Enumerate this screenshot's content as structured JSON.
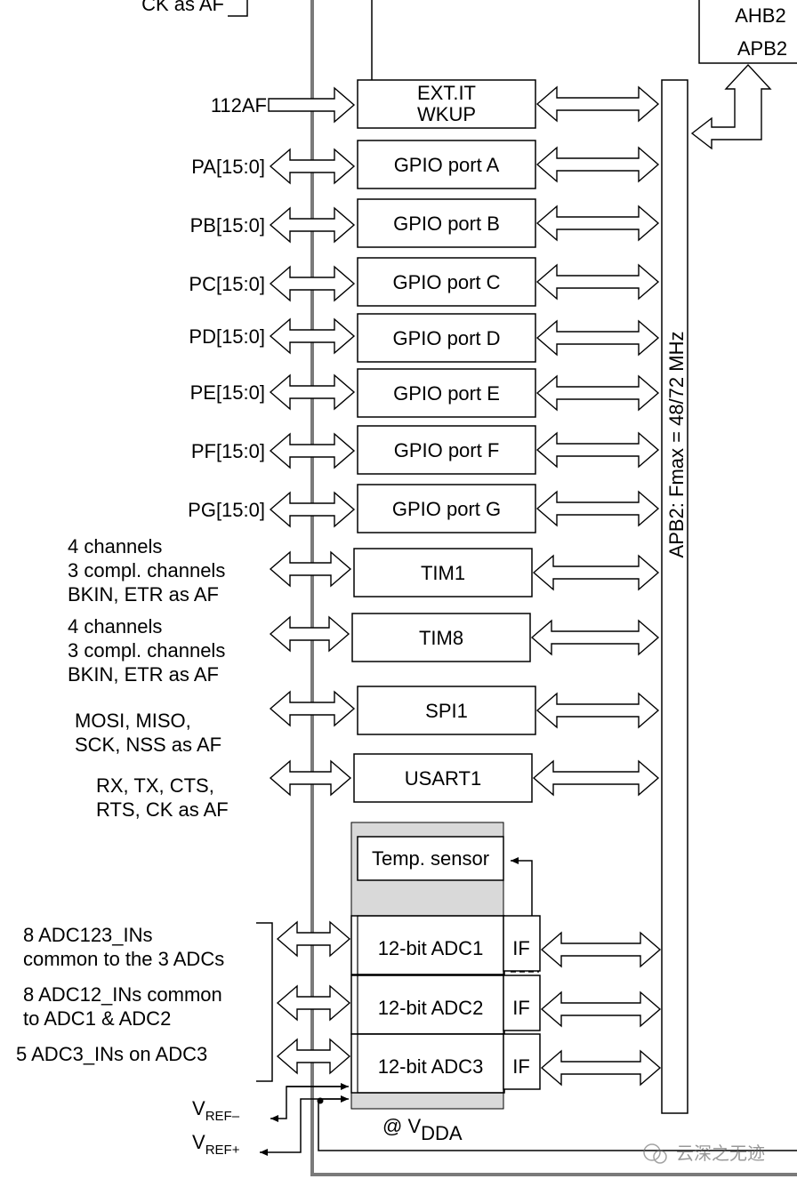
{
  "top_left_fragment": "CK as AF",
  "ahb_box": {
    "line1": "AHB2",
    "line2": "APB2"
  },
  "bus_label": "APB2: Fmax = 48/72 MHz",
  "blocks": [
    {
      "id": "exti",
      "line1": "EXT.IT",
      "line2": "WKUP",
      "pins": [
        "112AF"
      ]
    },
    {
      "id": "gpioa",
      "line1": "GPIO port A",
      "pins": [
        "PA[15:0]"
      ]
    },
    {
      "id": "gpiob",
      "line1": "GPIO port B",
      "pins": [
        "PB[15:0]"
      ]
    },
    {
      "id": "gpioc",
      "line1": "GPIO port C",
      "pins": [
        "PC[15:0]"
      ]
    },
    {
      "id": "gpiod",
      "line1": "GPIO port D",
      "pins": [
        "PD[15:0]"
      ]
    },
    {
      "id": "gpioe",
      "line1": "GPIO port E",
      "pins": [
        "PE[15:0]"
      ]
    },
    {
      "id": "gpiof",
      "line1": "GPIO port F",
      "pins": [
        "PF[15:0]"
      ]
    },
    {
      "id": "gpiog",
      "line1": "GPIO port G",
      "pins": [
        "PG[15:0]"
      ]
    },
    {
      "id": "tim1",
      "line1": "TIM1",
      "pins": [
        "4 channels",
        "3 compl. channels",
        "BKIN, ETR as AF"
      ]
    },
    {
      "id": "tim8",
      "line1": "TIM8",
      "pins": [
        "4 channels",
        "3 compl. channels",
        "BKIN, ETR as AF"
      ]
    },
    {
      "id": "spi1",
      "line1": "SPI1",
      "pins": [
        "MOSI, MISO,",
        "SCK, NSS as AF"
      ]
    },
    {
      "id": "usart1",
      "line1": "USART1",
      "pins": [
        "RX, TX, CTS,",
        "RTS, CK as AF"
      ]
    }
  ],
  "temp_sensor": "Temp. sensor",
  "adcs": [
    {
      "label": "12-bit ADC1",
      "if": "IF",
      "pins": [
        "8 ADC123_INs",
        "common to the 3 ADCs"
      ]
    },
    {
      "label": "12-bit ADC2",
      "if": "IF",
      "pins": [
        "8 ADC12_INs common",
        "to ADC1 & ADC2"
      ]
    },
    {
      "label": "12-bit ADC3",
      "if": "IF",
      "pins": [
        "5 ADC3_INs on ADC3"
      ]
    }
  ],
  "vref_minus": {
    "main": "V",
    "sub": "REF–"
  },
  "vref_plus": {
    "main": "V",
    "sub": "REF+"
  },
  "vdda": {
    "prefix": "@ V",
    "sub": "DDA"
  },
  "watermark": "云深之无迹"
}
